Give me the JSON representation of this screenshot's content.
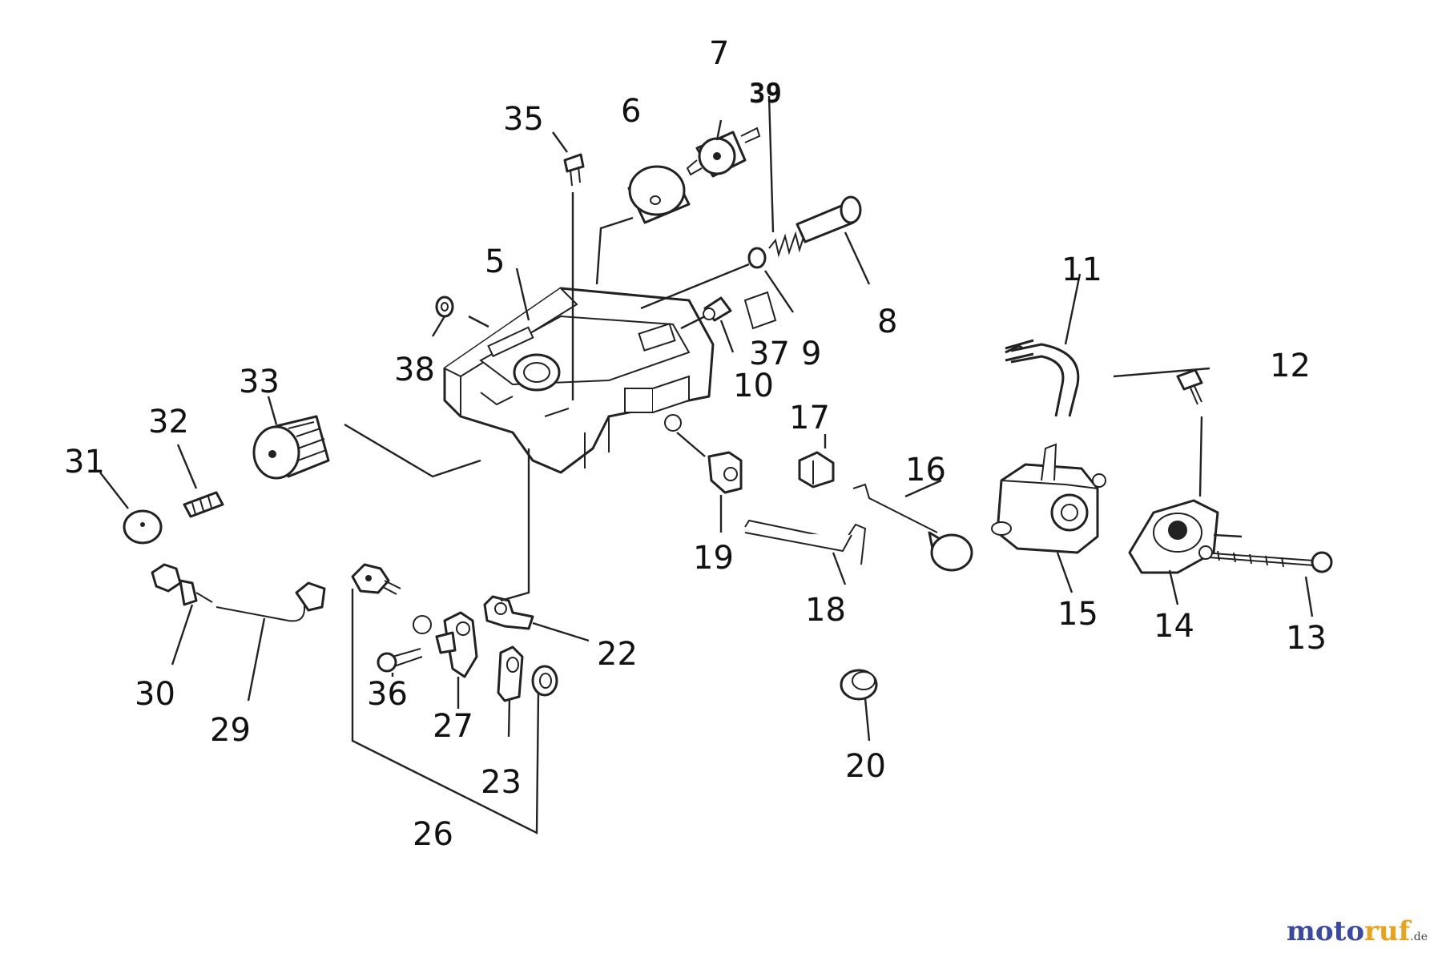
{
  "labels": {
    "p5": "5",
    "p6": "6",
    "p7": "7",
    "p8": "8",
    "p9": "9",
    "p10": "10",
    "p11": "11",
    "p12": "12",
    "p13": "13",
    "p14": "14",
    "p15": "15",
    "p16": "16",
    "p17": "17",
    "p18": "18",
    "p19": "19",
    "p20": "20",
    "p22": "22",
    "p23": "23",
    "p26": "26",
    "p27": "27",
    "p29": "29",
    "p30": "30",
    "p31": "31",
    "p32": "32",
    "p33": "33",
    "p35": "35",
    "p36": "36",
    "p37": "37",
    "p38": "38",
    "p39": "39"
  },
  "watermark": {
    "letters": [
      "m",
      "o",
      "t",
      "o",
      "r",
      "u",
      "f"
    ],
    "colors": [
      "#3b4aa0",
      "#3b4aa0",
      "#3b4aa0",
      "#3b4aa0",
      "#e8a21c",
      "#e8a21c",
      "#e8a21c"
    ],
    "tld": ".de"
  }
}
